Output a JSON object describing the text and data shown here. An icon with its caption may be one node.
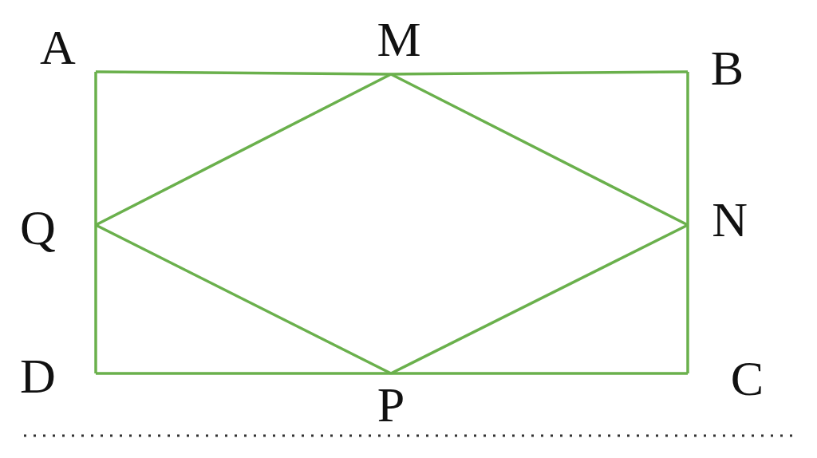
{
  "diagram": {
    "nodes": [
      {
        "text": [
          "A"
        ]
      },
      {
        "text": [
          "M"
        ]
      },
      {
        "text": [
          "B"
        ]
      },
      {
        "text": [
          "Q"
        ]
      },
      {
        "text": [
          "N"
        ]
      },
      {
        "text": [
          "D"
        ]
      },
      {
        "text": [
          "P"
        ]
      },
      {
        "text": [
          "C"
        ]
      }
    ],
    "edges": [
      {
        "from": 0,
        "to": 1,
        "arrow": "none"
      },
      {
        "from": 1,
        "to": 2,
        "arrow": "none"
      },
      {
        "from": 2,
        "to": 4,
        "arrow": "none"
      },
      {
        "from": 4,
        "to": 7,
        "arrow": "none"
      },
      {
        "from": 7,
        "to": 6,
        "arrow": "none"
      },
      {
        "from": 6,
        "to": 5,
        "arrow": "none"
      },
      {
        "from": 5,
        "to": 3,
        "arrow": "none"
      },
      {
        "from": 3,
        "to": 0,
        "arrow": "none"
      },
      {
        "from": 1,
        "to": 4,
        "arrow": "none"
      },
      {
        "from": 4,
        "to": 6,
        "arrow": "none"
      },
      {
        "from": 6,
        "to": 3,
        "arrow": "none"
      },
      {
        "from": 3,
        "to": 1,
        "arrow": "none"
      }
    ]
  }
}
